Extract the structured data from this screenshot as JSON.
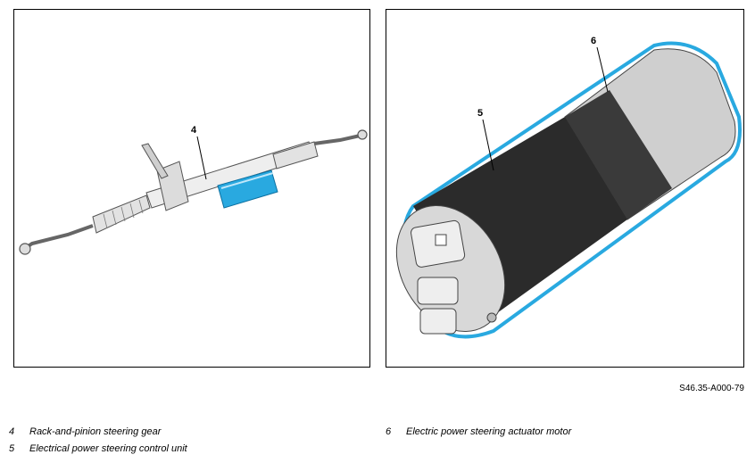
{
  "figure": {
    "id": "S46.35-A000-79"
  },
  "callouts": {
    "left": "4",
    "right_5": "5",
    "right_6": "6"
  },
  "legend": {
    "left": [
      {
        "num": "4",
        "text": "Rack-and-pinion steering gear"
      },
      {
        "num": "5",
        "text": "Electrical power steering control unit"
      }
    ],
    "right": [
      {
        "num": "6",
        "text": "Electric power steering actuator motor"
      }
    ]
  },
  "colors": {
    "highlight": "#29a9e0",
    "body_dark": "#2b2b2b",
    "metal": "#d8d8d8",
    "border": "#000000"
  }
}
